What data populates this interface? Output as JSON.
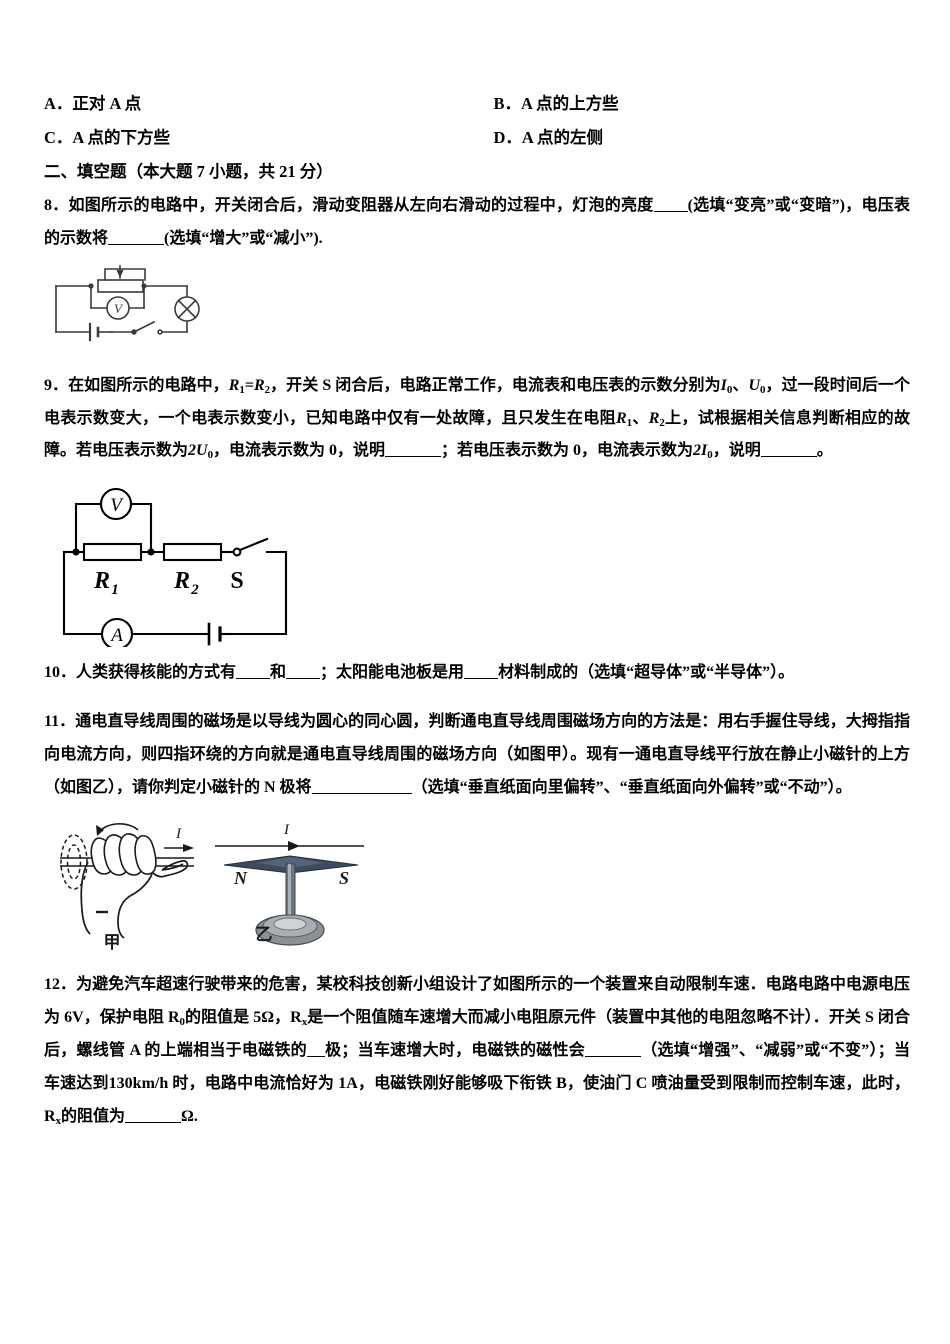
{
  "choices": [
    {
      "a": "A．正对 A 点",
      "b": "B．A 点的上方些"
    },
    {
      "a": "C．A 点的下方些",
      "b": "D．A 点的左侧"
    }
  ],
  "section": {
    "heading": "二、填空题（本大题 7 小题，共 21 分）"
  },
  "questions": {
    "q8": {
      "number": "8．",
      "part1": "如图所示的电路中，开关闭合后，滑动变阻器从左向右滑动的过程中，灯泡的亮度",
      "part2": "(选填“变亮”或“变暗”)，电压表的示数将",
      "part3": "(选填“增大”或“减小”)."
    },
    "q9": {
      "number": "9．",
      "part1": "在如图所示的电路中，",
      "r1": "R",
      "r1sub": "1",
      "eq": "=",
      "r2": "R",
      "r2sub": "2",
      "part2": "，开关 S 闭合后，电路正常工作，电流表和电压表的示数分别为",
      "i0": "I",
      "i0sub": "0",
      "dun1": "、",
      "u0": "U",
      "u0sub": "0",
      "part3": "，过一段时间后一个电表示数变大，一个电表示数变小，已知电路中仅有一处故障，且只发生在电阻",
      "r1b": "R",
      "r1bsub": "1",
      "dun2": "、",
      "r2b": "R",
      "r2bsub": "2",
      "part4": "上，试根据相关信息判断相应的故障。若电压表示数为",
      "two_u0": "2U",
      "two_u0sub": "0",
      "part5": "，电流表示数为 0，说明",
      "part6": "；若电压表示数为 0，电流表示数为",
      "two_i0": "2I",
      "two_i0sub": "0",
      "part7": "，说明",
      "part8": "。"
    },
    "q10": {
      "number": "10．",
      "part1": "人类获得核能的方式有",
      "part2": "和",
      "part3": "；太阳能电池板是用",
      "part4": "材料制成的（选填“超导体”或“半导体”）。"
    },
    "q11": {
      "number": "11．",
      "part1": "通电直导线周围的磁场是以导线为圆心的同心圆，判断通电直导线周围磁场方向的方法是：用右手握住导线，大拇指指向电流方向，则四指环绕的方向就是通电直导线周围的磁场方向（如图甲）。现有一通电直导线平行放在静止小磁针的上方（如图乙），请你判定小磁针的 N 极将",
      "part2": "（选填“垂直纸面向里偏转”、“垂直纸面向外偏转”或“不动”）。"
    },
    "q12": {
      "number": "12．",
      "part1": "为避免汽车超速行驶带来的危害，某校科技创新小组设计了如图所示的一个装置来自动限制车速．电路电路中电源电压为 6V，保护电阻 R",
      "r0sub": "0",
      "part2": "的阻值是 5Ω，R",
      "rxsub": "x",
      "part3": "是一个阻值随车速增大而减小电阻原元件（装置中其他的电阻忽略不计）．开关 S 闭合后，螺线管 A 的上端相当于电磁铁的",
      "part4": "极；当车速增大时，电磁铁的磁性会",
      "part5": "（选填“增强”、“减弱”或“不变”）；当车速达到130km/h 时，电路中电流恰好为 1A，电磁铁刚好能够吸下衔铁 B，使油门 C 喷油量受到限制而控制车速，此时，R",
      "rxsub2": "x",
      "part6": "的阻值为",
      "part7": "Ω."
    }
  },
  "figures": {
    "fig8": {
      "name": "电路图：滑动变阻器、电压表、灯泡、电池、开关",
      "voltmeter_label": "V"
    },
    "fig9": {
      "name": "电路图：R1、R2 串联，电压表并联 R1，电流表与电池串联",
      "voltmeter_label": "V",
      "ammeter_label": "A",
      "r1_label": "R",
      "r1_sub": "1",
      "r2_label": "R",
      "r2_sub": "2",
      "switch_label": "S"
    },
    "fig11": {
      "jia_label": "甲",
      "yi_label": "乙",
      "current_label_jia": "I",
      "current_label_yi": "I",
      "north_label": "N",
      "south_label": "S"
    }
  },
  "colors": {
    "ink": "#000000",
    "paper": "#ffffff",
    "figure_line": "#3a3a3a",
    "needle_fill": "#3f4a5a",
    "base_fill": "#8d9196"
  }
}
